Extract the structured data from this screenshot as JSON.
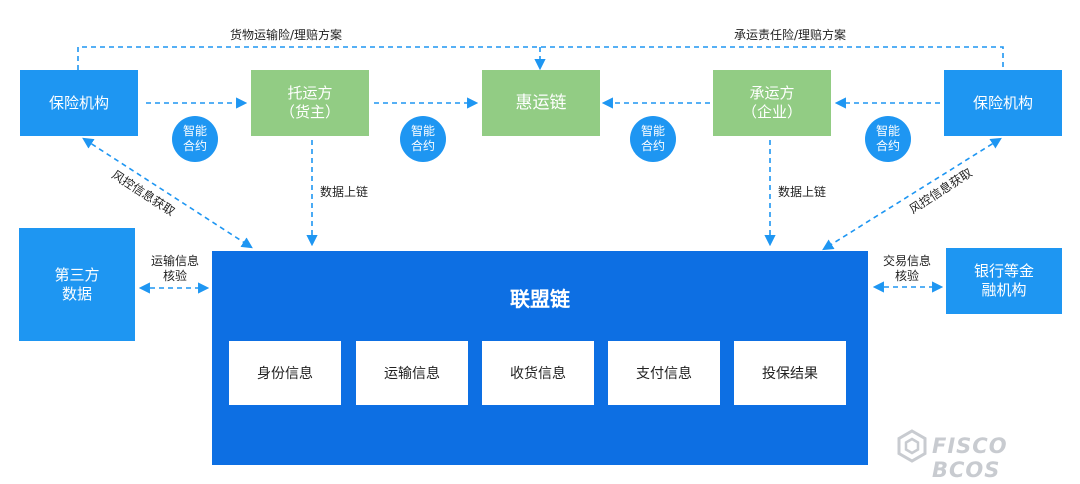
{
  "top_labels": {
    "left": "货物运输险/理赔方案",
    "right": "承运责任险/理赔方案"
  },
  "nodes": {
    "insurer_left": "保险机构",
    "shipper": "托运方\n（货主）",
    "huiyun": "惠运链",
    "carrier": "承运方\n（企业）",
    "insurer_right": "保险机构",
    "third_party": "第三方\n数据",
    "bank": "银行等金\n融机构"
  },
  "smart_contract": "智能\n合约",
  "edge_labels": {
    "risk_left": "风控信息获取",
    "risk_right": "风控信息获取",
    "data_up_left": "数据上链",
    "data_up_right": "数据上链",
    "transport_verify": "运输信息\n核验",
    "trade_verify": "交易信息\n核验"
  },
  "alliance": {
    "title": "联盟链",
    "modules": [
      "身份信息",
      "运输信息",
      "收货信息",
      "支付信息",
      "投保结果"
    ]
  },
  "watermark": "FISCO BCOS",
  "colors": {
    "node_blue": "#1e96f2",
    "node_green": "#92cc84",
    "alliance_blue": "#0d6fe3",
    "connector": "#1e96f2"
  }
}
